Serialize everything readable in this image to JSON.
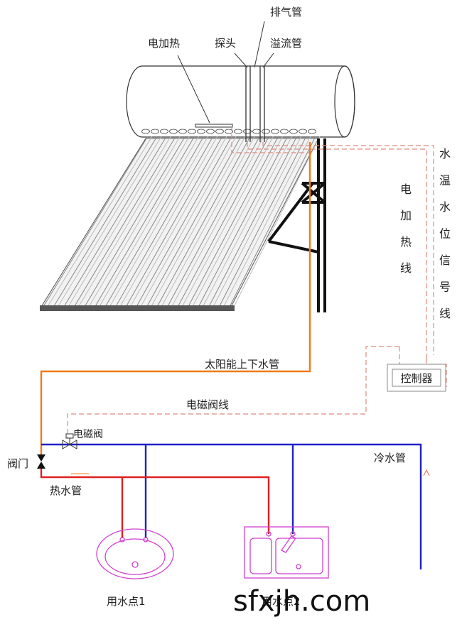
{
  "labels": {
    "electric_heating": "电加热",
    "probe": "探头",
    "exhaust_pipe": "排气管",
    "overflow_pipe": "溢流管",
    "solar_pipe": "太阳能上下水管",
    "controller": "控制器",
    "solenoid_wire": "电磁阀线",
    "solenoid_valve": "电磁阀",
    "valve": "阀门",
    "cold_pipe": "冷水管",
    "hot_pipe": "热水管",
    "point1": "用水点1",
    "point2": "用水点2",
    "heater_wire": [
      "电",
      "加",
      "热",
      "线"
    ],
    "signal_wire": [
      "水",
      "温",
      "水",
      "位",
      "信",
      "号",
      "线"
    ]
  },
  "watermark": "sfxjh.com",
  "colors": {
    "orange_pipe": "#f07a1a",
    "hot_pipe": "#e02020",
    "cold_pipe": "#2020c8",
    "dashed_wire": "#e08a80",
    "sink": "#d040d0"
  }
}
